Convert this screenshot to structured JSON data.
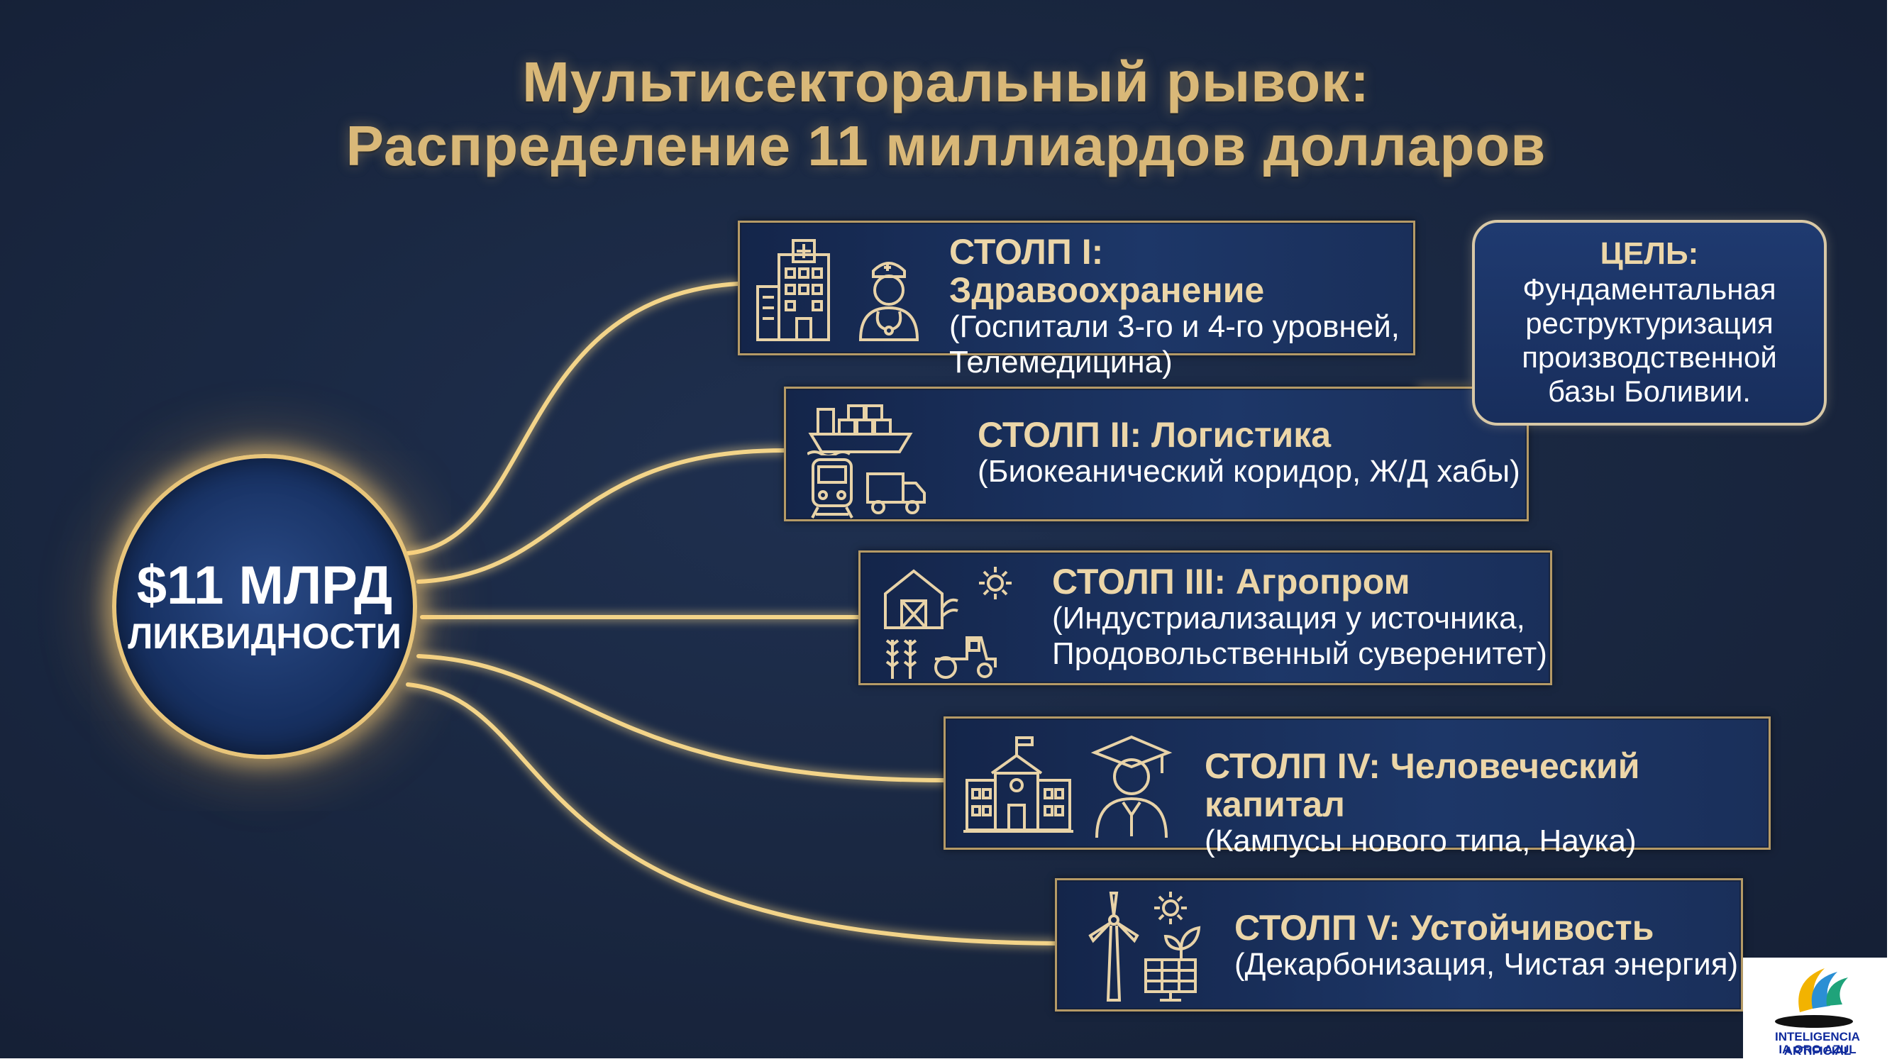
{
  "title": {
    "line1": "Мультисекторальный рывок:",
    "line2": "Распределение 11 миллиардов долларов"
  },
  "hub": {
    "amount": "$11 МЛРД",
    "label": "ЛИКВИДНОСТИ"
  },
  "pillars": [
    {
      "title": "СТОЛП I: Здравоохранение",
      "line1": "(Госпитали 3-го и 4-го уровней,",
      "line2": "Телемедицина)",
      "icons": [
        "hospital-icon",
        "nurse-icon"
      ]
    },
    {
      "title": "СТОЛП II: Логистика",
      "line1": "(Биокеанический коридор, Ж/Д хабы)",
      "icons": [
        "cargo-ship-icon",
        "train-icon",
        "truck-icon"
      ]
    },
    {
      "title": "СТОЛП III: Агропром",
      "line1": "(Индустриализация у источника,",
      "line2": "Продовольственный суверенитет)",
      "icons": [
        "barn-icon",
        "sun-icon",
        "wheat-icon",
        "tractor-icon"
      ]
    },
    {
      "title": "СТОЛП IV: Человеческий капитал",
      "line1": "(Кампусы нового типа, Наука)",
      "icons": [
        "school-icon",
        "graduate-icon"
      ]
    },
    {
      "title": "СТОЛП V: Устойчивость",
      "line1": "(Декарбонизация, Чистая энергия)",
      "icons": [
        "wind-turbine-icon",
        "sun-icon",
        "solar-panel-icon"
      ]
    }
  ],
  "goal": {
    "heading": "ЦЕЛЬ:",
    "lines": [
      "Фундаментальная",
      "реструктуризация",
      "производственной",
      "базы Боливии."
    ]
  },
  "logo": {
    "line1": "INTELIGENCIA ARTIFICIAL",
    "line2": "IA ORO AZUL"
  },
  "colors": {
    "background": "#1a2842",
    "gold": "#d9b878",
    "glow": "#ffd37a",
    "card_border": "#b59a66",
    "logo_text": "#0f2a9c"
  }
}
